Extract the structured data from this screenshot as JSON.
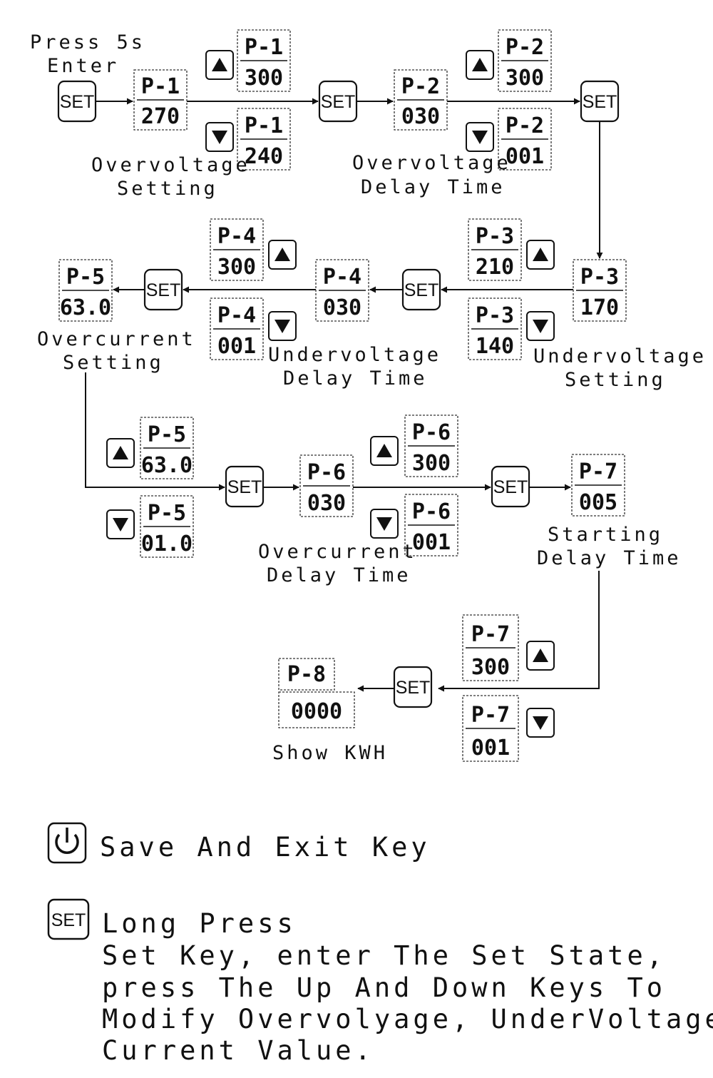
{
  "labels": {
    "press": "Press 5s",
    "enter": "Enter",
    "ov_set_1": "Overvoltage",
    "ov_set_2": "Setting",
    "ov_delay_1": "Overvoltage",
    "ov_delay_2": "Delay Time",
    "uv_delay_1": "Undervoltage",
    "uv_delay_2": "Delay Time",
    "uv_set_1": "Undervoltage",
    "uv_set_2": "Setting",
    "oc_set_1": "Overcurrent",
    "oc_set_2": "Setting",
    "oc_delay_1": "Overcurrent",
    "oc_delay_2": "Delay Time",
    "start_delay_1": "Starting",
    "start_delay_2": "Delay Time",
    "show_kwh": "Show KWH"
  },
  "set_key_label": "SET",
  "displays": {
    "p1": {
      "code": "P-1",
      "value": "270"
    },
    "p1_up": {
      "code": "P-1",
      "value": "300"
    },
    "p1_down": {
      "code": "P-1",
      "value": "240"
    },
    "p2": {
      "code": "P-2",
      "value": "030"
    },
    "p2_up": {
      "code": "P-2",
      "value": "300"
    },
    "p2_down": {
      "code": "P-2",
      "value": "001"
    },
    "p3": {
      "code": "P-3",
      "value": "170"
    },
    "p3_up": {
      "code": "P-3",
      "value": "210"
    },
    "p3_down": {
      "code": "P-3",
      "value": "140"
    },
    "p4": {
      "code": "P-4",
      "value": "030"
    },
    "p4_up": {
      "code": "P-4",
      "value": "300"
    },
    "p4_down": {
      "code": "P-4",
      "value": "001"
    },
    "p5": {
      "code": "P-5",
      "value": "63.0"
    },
    "p5_up": {
      "code": "P-5",
      "value": "63.0"
    },
    "p5_down": {
      "code": "P-5",
      "value": "01.0"
    },
    "p6": {
      "code": "P-6",
      "value": "030"
    },
    "p6_up": {
      "code": "P-6",
      "value": "300"
    },
    "p6_down": {
      "code": "P-6",
      "value": "001"
    },
    "p7": {
      "code": "P-7",
      "value": "005"
    },
    "p7_up": {
      "code": "P-7",
      "value": "300"
    },
    "p7_down": {
      "code": "P-7",
      "value": "001"
    },
    "p8": {
      "code": "P-8",
      "value": "0000"
    }
  },
  "legend": {
    "power": "Save And Exit Key",
    "set_lines": [
      "Long Press",
      "Set Key, enter The Set State,",
      "press The Up And Down Keys To",
      "Modify Overvolyage, UnderVoltage,",
      "Current Value."
    ]
  },
  "icons": {
    "up": "up-arrow-key-icon",
    "down": "down-arrow-key-icon",
    "power": "power-icon"
  },
  "colors": {
    "ink": "#111111",
    "kwh_value": "#1a2ea8"
  }
}
